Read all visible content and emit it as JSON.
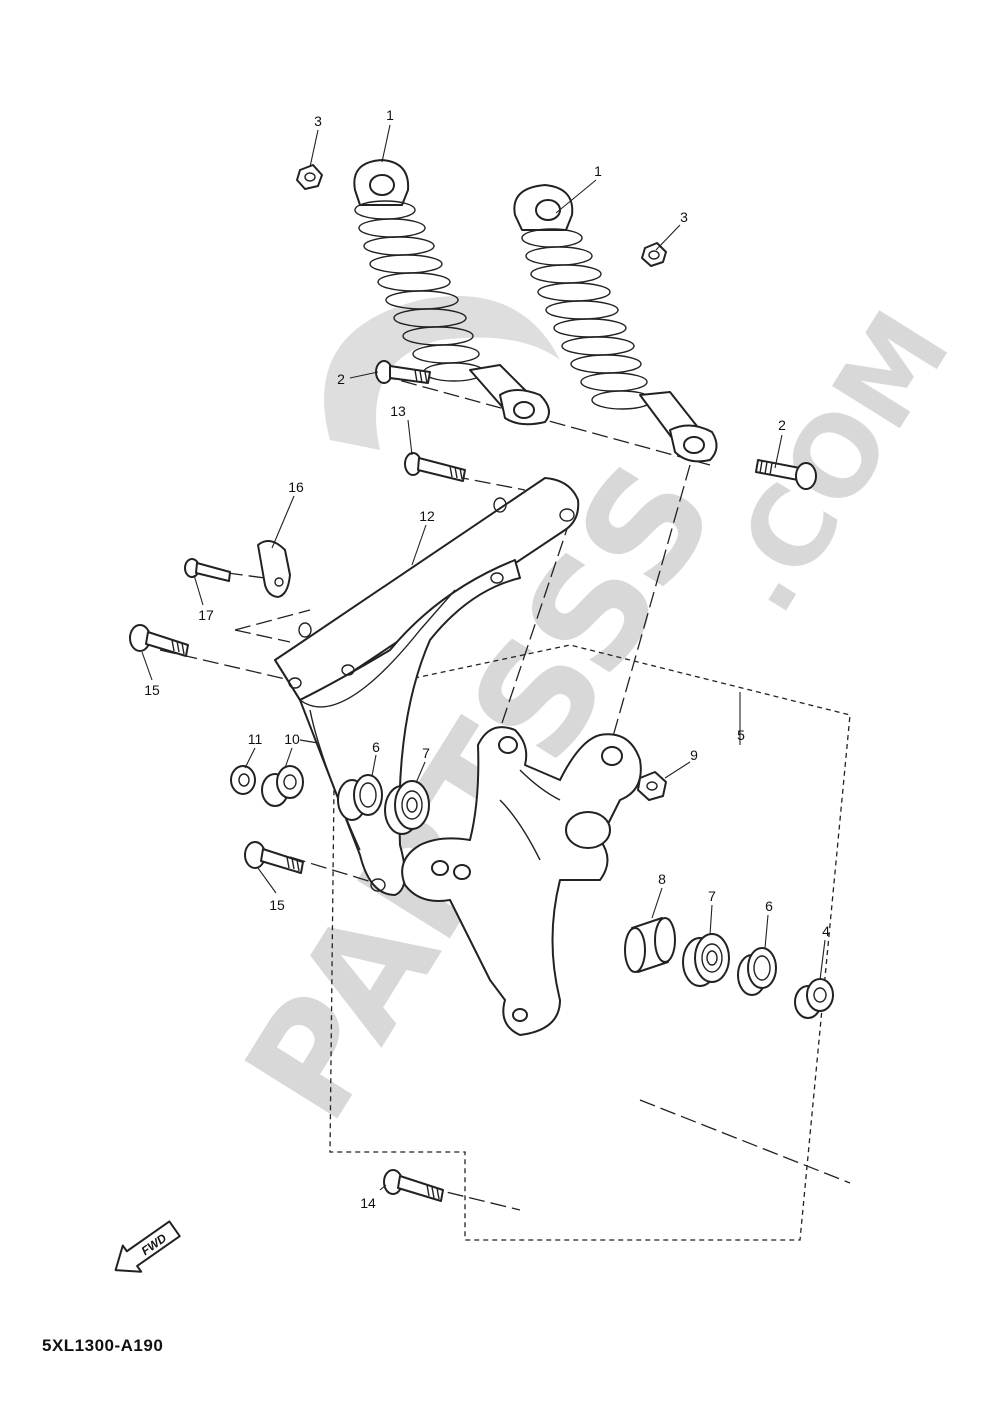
{
  "diagram_code": "5XL1300-A190",
  "watermark": {
    "main": "PARTSSS",
    "suffix": ".COM"
  },
  "fwd_label": "FWD",
  "callouts": {
    "c1a": "1",
    "c1b": "1",
    "c3a": "3",
    "c3b": "3",
    "c2a": "2",
    "c2b": "2",
    "c13": "13",
    "c16": "16",
    "c12": "12",
    "c17": "17",
    "c15a": "15",
    "c15b": "15",
    "c5": "5",
    "c11": "11",
    "c10": "10",
    "c6a": "6",
    "c7a": "7",
    "c9": "9",
    "c8": "8",
    "c7b": "7",
    "c6b": "6",
    "c4": "4",
    "c14": "14"
  }
}
